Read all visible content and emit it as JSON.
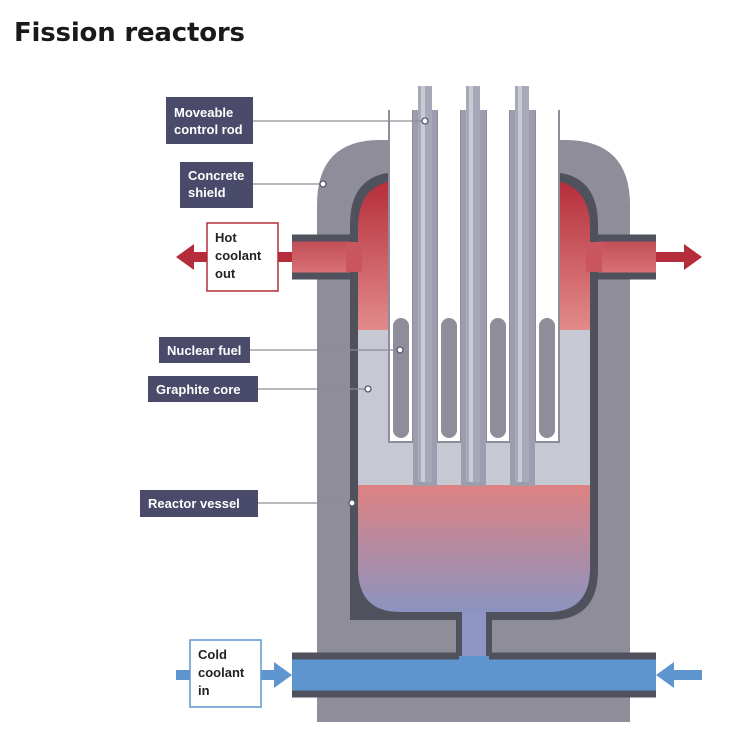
{
  "title": "Fission reactors",
  "labels": {
    "control_rod_1": "Moveable",
    "control_rod_2": "control rod",
    "concrete_1": "Concrete",
    "concrete_2": "shield",
    "hot_1": "Hot",
    "hot_2": "coolant",
    "hot_3": "out",
    "fuel": "Nuclear fuel",
    "graphite": "Graphite core",
    "vessel": "Reactor vessel",
    "cold_1": "Cold",
    "cold_2": "coolant",
    "cold_3": "in"
  },
  "colors": {
    "label_bg": "#4a4a6a",
    "concrete": "#8e8d99",
    "vessel_wall": "#4f525c",
    "graphite": "#c6c9d4",
    "rod": "#a7a9b8",
    "hot": "#b52d3a",
    "cold": "#5f95cf"
  }
}
